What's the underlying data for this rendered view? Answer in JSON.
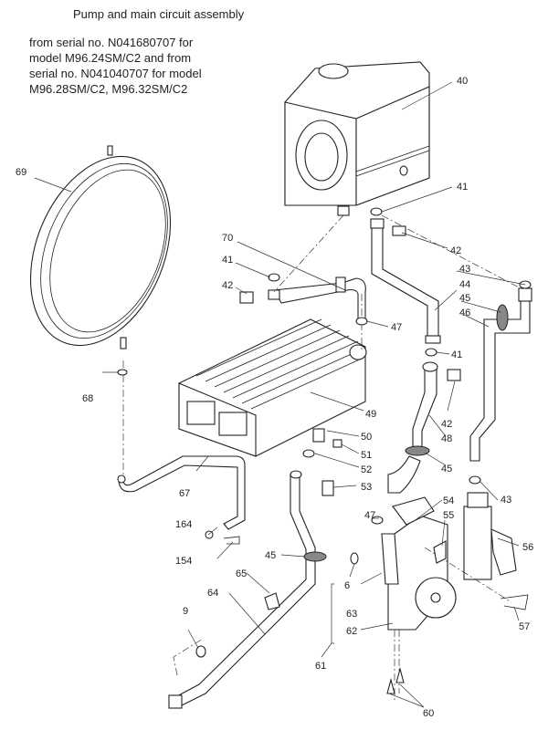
{
  "header": {
    "title": "Pump and main circuit assembly",
    "note_lines": [
      "from serial no. N041680707 for",
      "model M96.24SM/C2 and from",
      "serial no. N041040707 for model",
      "M96.28SM/C2, M96.32SM/C2"
    ]
  },
  "callouts": {
    "c40": "40",
    "c41a": "41",
    "c41b": "41",
    "c41c": "41",
    "c42a": "42",
    "c42b": "42",
    "c42c": "42",
    "c43a": "43",
    "c43b": "43",
    "c44": "44",
    "c45a": "45",
    "c45b": "45",
    "c45c": "45",
    "c46": "46",
    "c47a": "47",
    "c47b": "47",
    "c48": "48",
    "c49": "49",
    "c50": "50",
    "c51": "51",
    "c52": "52",
    "c53": "53",
    "c54": "54",
    "c55": "55",
    "c56": "56",
    "c57": "57",
    "c6": "6",
    "c9": "9",
    "c60": "60",
    "c61": "61",
    "c62": "62",
    "c63": "63",
    "c64": "64",
    "c65": "65",
    "c67": "67",
    "c68": "68",
    "c69": "69",
    "c70": "70",
    "c154": "154",
    "c164": "164"
  }
}
